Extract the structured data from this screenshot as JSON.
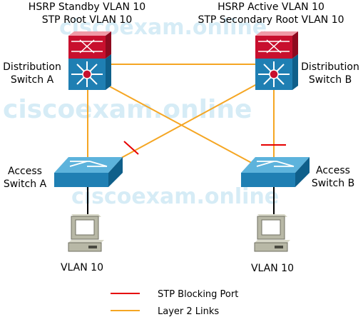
{
  "watermark": {
    "text": "ciscoexam.online"
  },
  "switches": {
    "dist_a": {
      "name_line1": "Distribution",
      "name_line2": "Switch A",
      "role_line1": "HSRP Standby VLAN 10",
      "role_line2": "STP Root VLAN 10"
    },
    "dist_b": {
      "name_line1": "Distribution",
      "name_line2": "Switch B",
      "role_line1": "HSRP Active VLAN 10",
      "role_line2": "STP Secondary Root VLAN 10"
    },
    "access_a": {
      "name_line1": "Access",
      "name_line2": "Switch A"
    },
    "access_b": {
      "name_line1": "Access",
      "name_line2": "Switch B"
    }
  },
  "hosts": {
    "host_a": {
      "label": "VLAN 10"
    },
    "host_b": {
      "label": "VLAN 10"
    }
  },
  "legend": {
    "blocking": {
      "label": "STP Blocking Port",
      "color": "#e60000"
    },
    "links": {
      "label": "Layer 2 Links",
      "color": "#f5a623"
    }
  },
  "colors": {
    "switch_blue": "#1f7fb3",
    "switch_light": "#5db3dc",
    "switch_dark": "#0f5f8a",
    "router_red": "#c8102e"
  }
}
